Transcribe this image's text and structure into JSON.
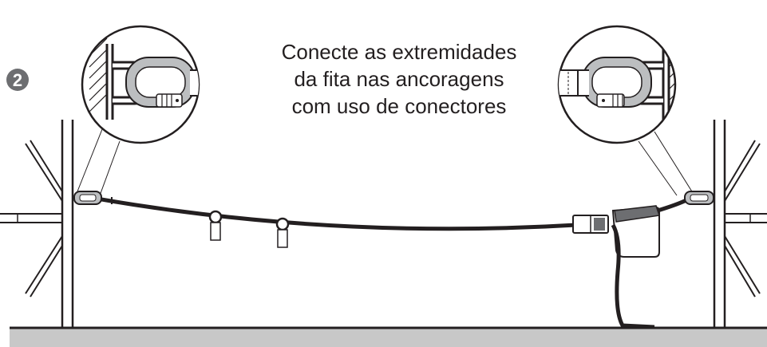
{
  "step": {
    "number": "2"
  },
  "caption": {
    "line1": "Conecte as extremidades",
    "line2": "da fita nas ancoragens",
    "line3": "com uso de conectores"
  },
  "colors": {
    "ink": "#231f20",
    "floor": "#c8c8c8",
    "step_badge": "#6d6e71",
    "carabiner_fill": "#bcbec0",
    "background": "#ffffff"
  },
  "icons": {
    "step_badge": "number-circle-icon",
    "connector": "carabiner-icon",
    "tensioner": "ratchet-tensioner-icon",
    "strap": "webbing-strap-icon"
  }
}
